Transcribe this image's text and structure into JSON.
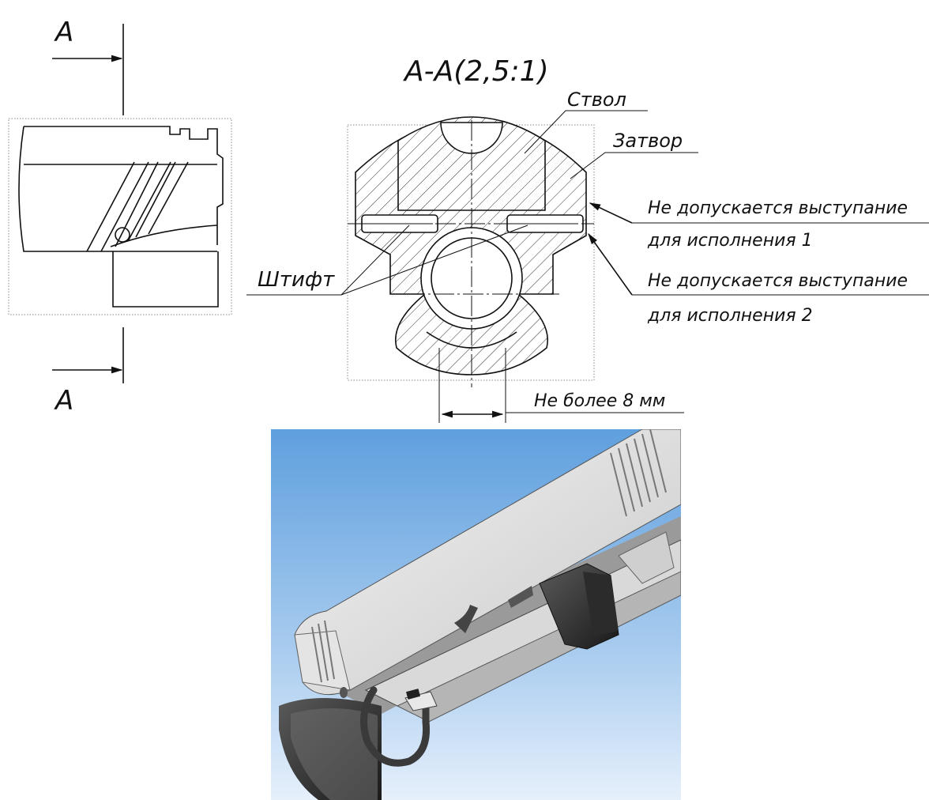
{
  "section": {
    "marker_top": "А",
    "marker_bottom": "А",
    "title": "А-А(2,5:1)"
  },
  "callouts": {
    "barrel": "Ствол",
    "bolt": "Затвор",
    "pin": "Штифт",
    "note1_line1": "Не допускается выступание",
    "note1_line2": "для исполнения 1",
    "note2_line1": "Не допускается выступание",
    "note2_line2": "для исполнения 2",
    "dimension": "Не более 8 мм"
  }
}
